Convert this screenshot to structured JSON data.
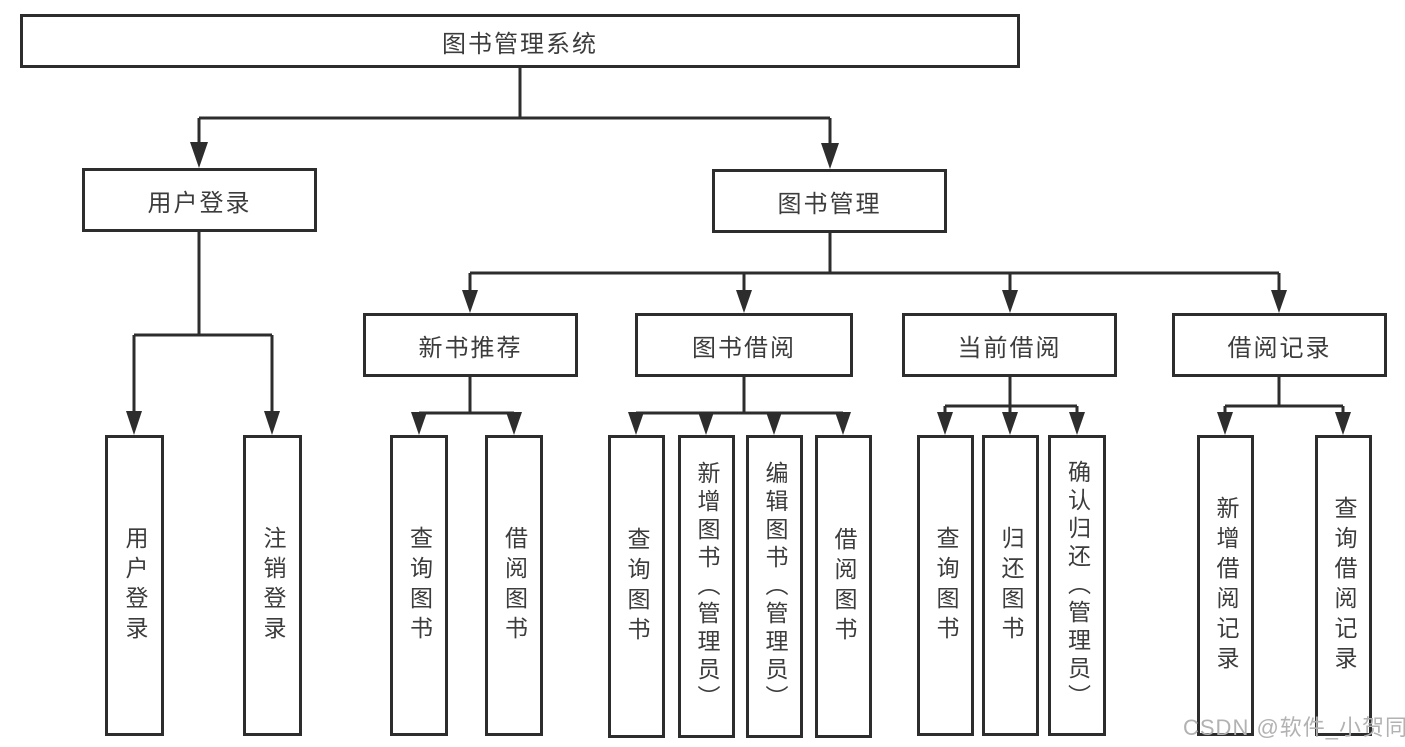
{
  "style": {
    "line_color": "#2d2d2d",
    "text_color": "#3c3c3c",
    "watermark_color": "#b2b2b2"
  },
  "watermark": {
    "text": "CSDN @软件_小贺同学"
  },
  "tree": {
    "root": {
      "label": "图书管理系统",
      "children": [
        {
          "label": "用户登录",
          "children": [
            {
              "label": "用户登录"
            },
            {
              "label": "注销登录"
            }
          ]
        },
        {
          "label": "图书管理",
          "children": [
            {
              "label": "新书推荐",
              "children": [
                {
                  "label": "查询图书"
                },
                {
                  "label": "借阅图书"
                }
              ]
            },
            {
              "label": "图书借阅",
              "children": [
                {
                  "label": "查询图书"
                },
                {
                  "label": "新增图书（管理员）"
                },
                {
                  "label": "编辑图书（管理员）"
                },
                {
                  "label": "借阅图书"
                }
              ]
            },
            {
              "label": "当前借阅",
              "children": [
                {
                  "label": "查询图书"
                },
                {
                  "label": "归还图书"
                },
                {
                  "label": "确认归还（管理员）"
                }
              ]
            },
            {
              "label": "借阅记录",
              "children": [
                {
                  "label": "新增借阅记录"
                },
                {
                  "label": "查询借阅记录"
                }
              ]
            }
          ]
        }
      ]
    }
  }
}
